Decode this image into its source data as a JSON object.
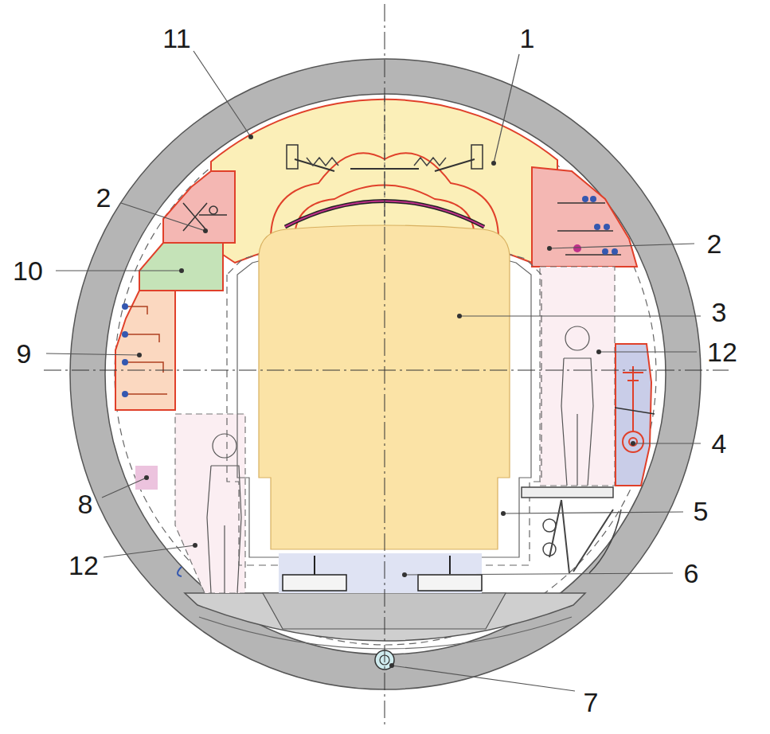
{
  "diagram": {
    "labels": [
      "11",
      "1",
      "2",
      "2",
      "10",
      "9",
      "3",
      "12",
      "4",
      "8",
      "5",
      "12",
      "6",
      "7"
    ]
  }
}
